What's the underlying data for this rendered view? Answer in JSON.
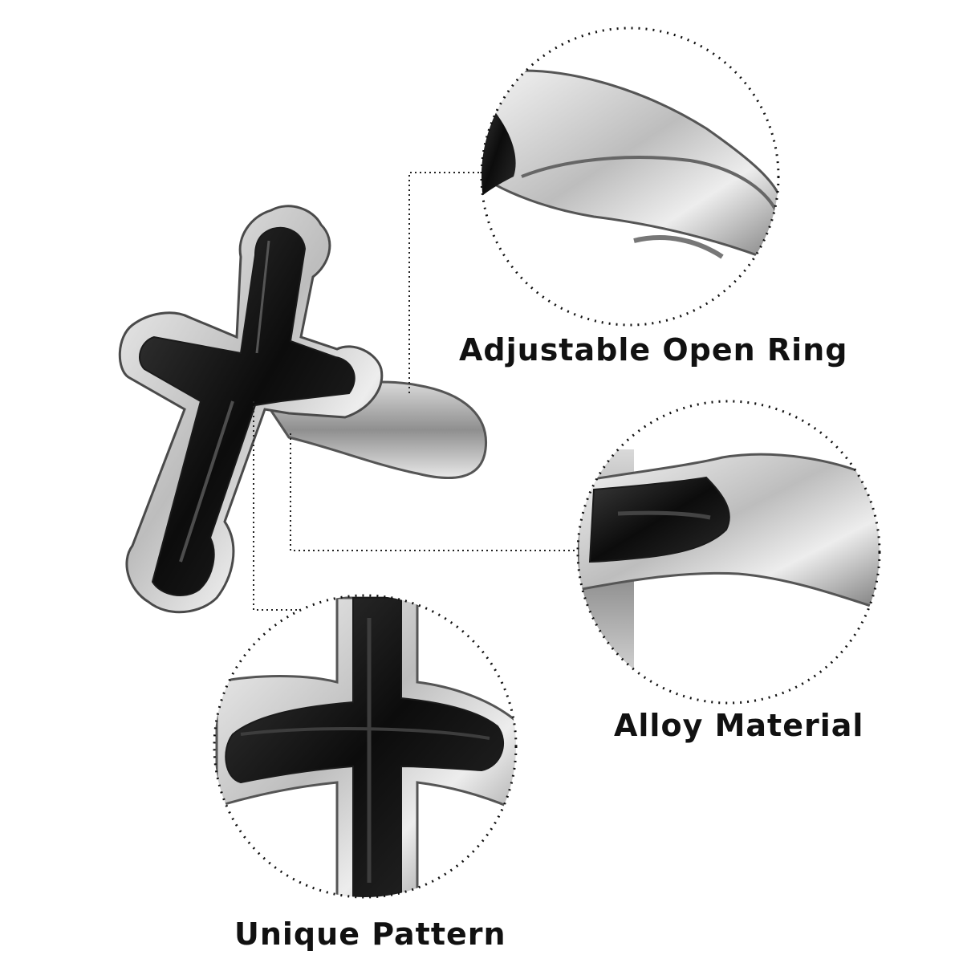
{
  "features": {
    "open_ring": {
      "label": "Adjustable Open Ring"
    },
    "alloy": {
      "label": "Alloy Material"
    },
    "pattern": {
      "label": "Unique Pattern"
    }
  },
  "colors": {
    "background": "#ffffff",
    "metal_light": "#e6e6e6",
    "metal_mid": "#a8a8a8",
    "metal_dark": "#6b6b6b",
    "enamel": "#111111",
    "dotted_line": "#222222"
  },
  "product": {
    "description_icon": "cross-ring-icon"
  }
}
